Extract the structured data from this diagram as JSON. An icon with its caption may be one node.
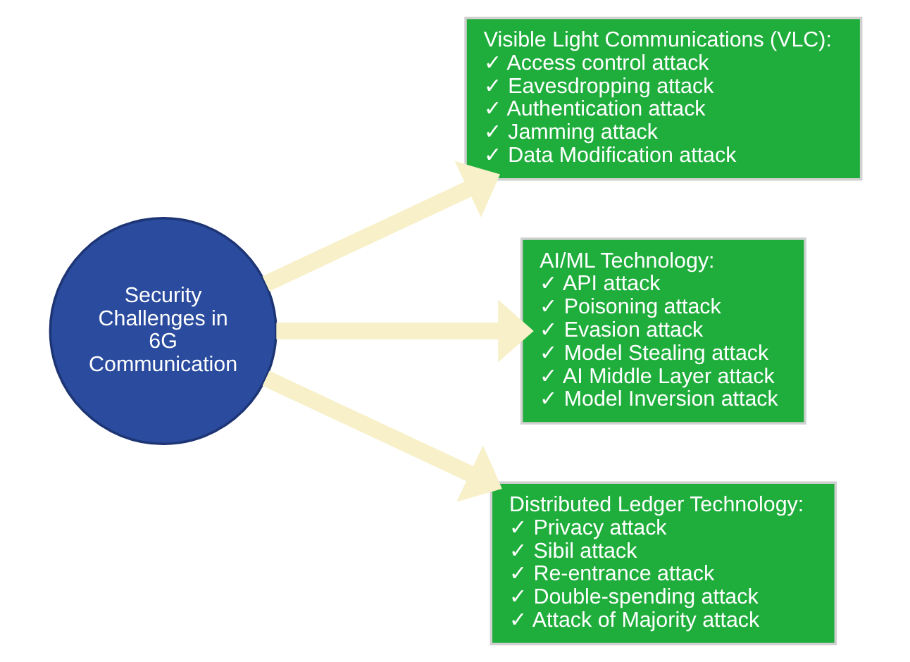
{
  "diagram": {
    "nodes": [
      {
        "text": [
          "Security Challenges in 6G Communication"
        ]
      },
      {
        "text": [
          "Visible Light Communications (VLC):",
          "✓ Access control attack",
          "✓ Eavesdropping attack",
          "✓ Authentication attack",
          "✓ Jamming attack",
          "✓ Data Modification attack"
        ]
      },
      {
        "text": [
          "AI/ML Technology:",
          "✓ API attack",
          "✓ Poisoning attack",
          "✓ Evasion attack",
          "✓ Model Stealing attack",
          "✓ AI Middle Layer attack",
          "✓ Model Inversion attack"
        ]
      },
      {
        "text": [
          "Distributed Ledger Technology:",
          "✓ Privacy attack",
          "✓ Sibil attack",
          "✓ Re-entrance attack",
          "✓ Double-spending attack",
          "✓ Attack of Majority attack"
        ]
      }
    ],
    "edges": [
      {
        "from": 0,
        "to": 1,
        "arrow": "to"
      },
      {
        "from": 0,
        "to": 2,
        "arrow": "to"
      },
      {
        "from": 0,
        "to": 3,
        "arrow": "to"
      }
    ]
  }
}
